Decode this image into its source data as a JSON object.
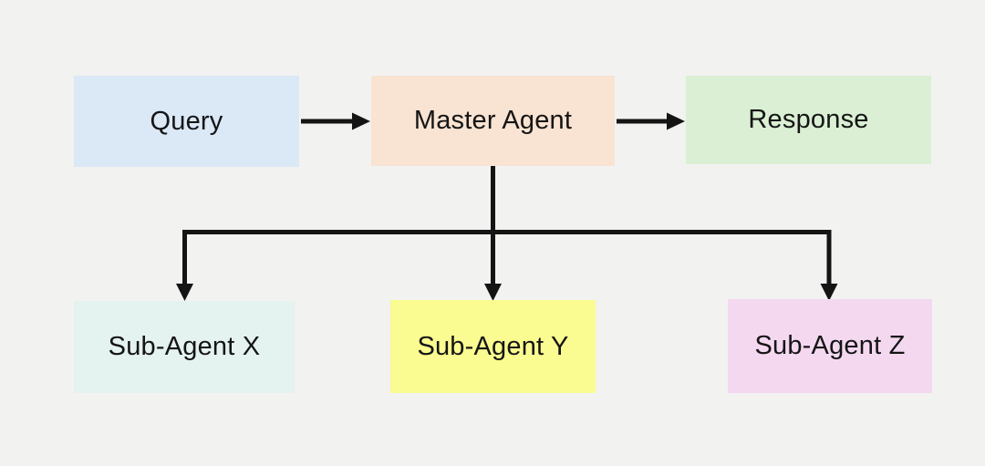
{
  "diagram": {
    "background_color": "#f2f2f1",
    "arrow_color": "#141414",
    "nodes": [
      {
        "id": "query",
        "label": "Query",
        "fill": "#dbe8f6",
        "row": "top"
      },
      {
        "id": "master-agent",
        "label": "Master Agent",
        "fill": "#f9e3d2",
        "row": "top"
      },
      {
        "id": "response",
        "label": "Response",
        "fill": "#daefd4",
        "row": "top"
      },
      {
        "id": "sub-agent-x",
        "label": "Sub-Agent X",
        "fill": "#e4f2f0",
        "row": "bottom"
      },
      {
        "id": "sub-agent-y",
        "label": "Sub-Agent Y",
        "fill": "#fafb90",
        "row": "bottom"
      },
      {
        "id": "sub-agent-z",
        "label": "Sub-Agent Z",
        "fill": "#f4d8f0",
        "row": "bottom"
      }
    ],
    "edges": [
      {
        "from": "query",
        "to": "master-agent"
      },
      {
        "from": "master-agent",
        "to": "response"
      },
      {
        "from": "master-agent",
        "to": "sub-agent-x"
      },
      {
        "from": "master-agent",
        "to": "sub-agent-y"
      },
      {
        "from": "master-agent",
        "to": "sub-agent-z"
      }
    ]
  }
}
